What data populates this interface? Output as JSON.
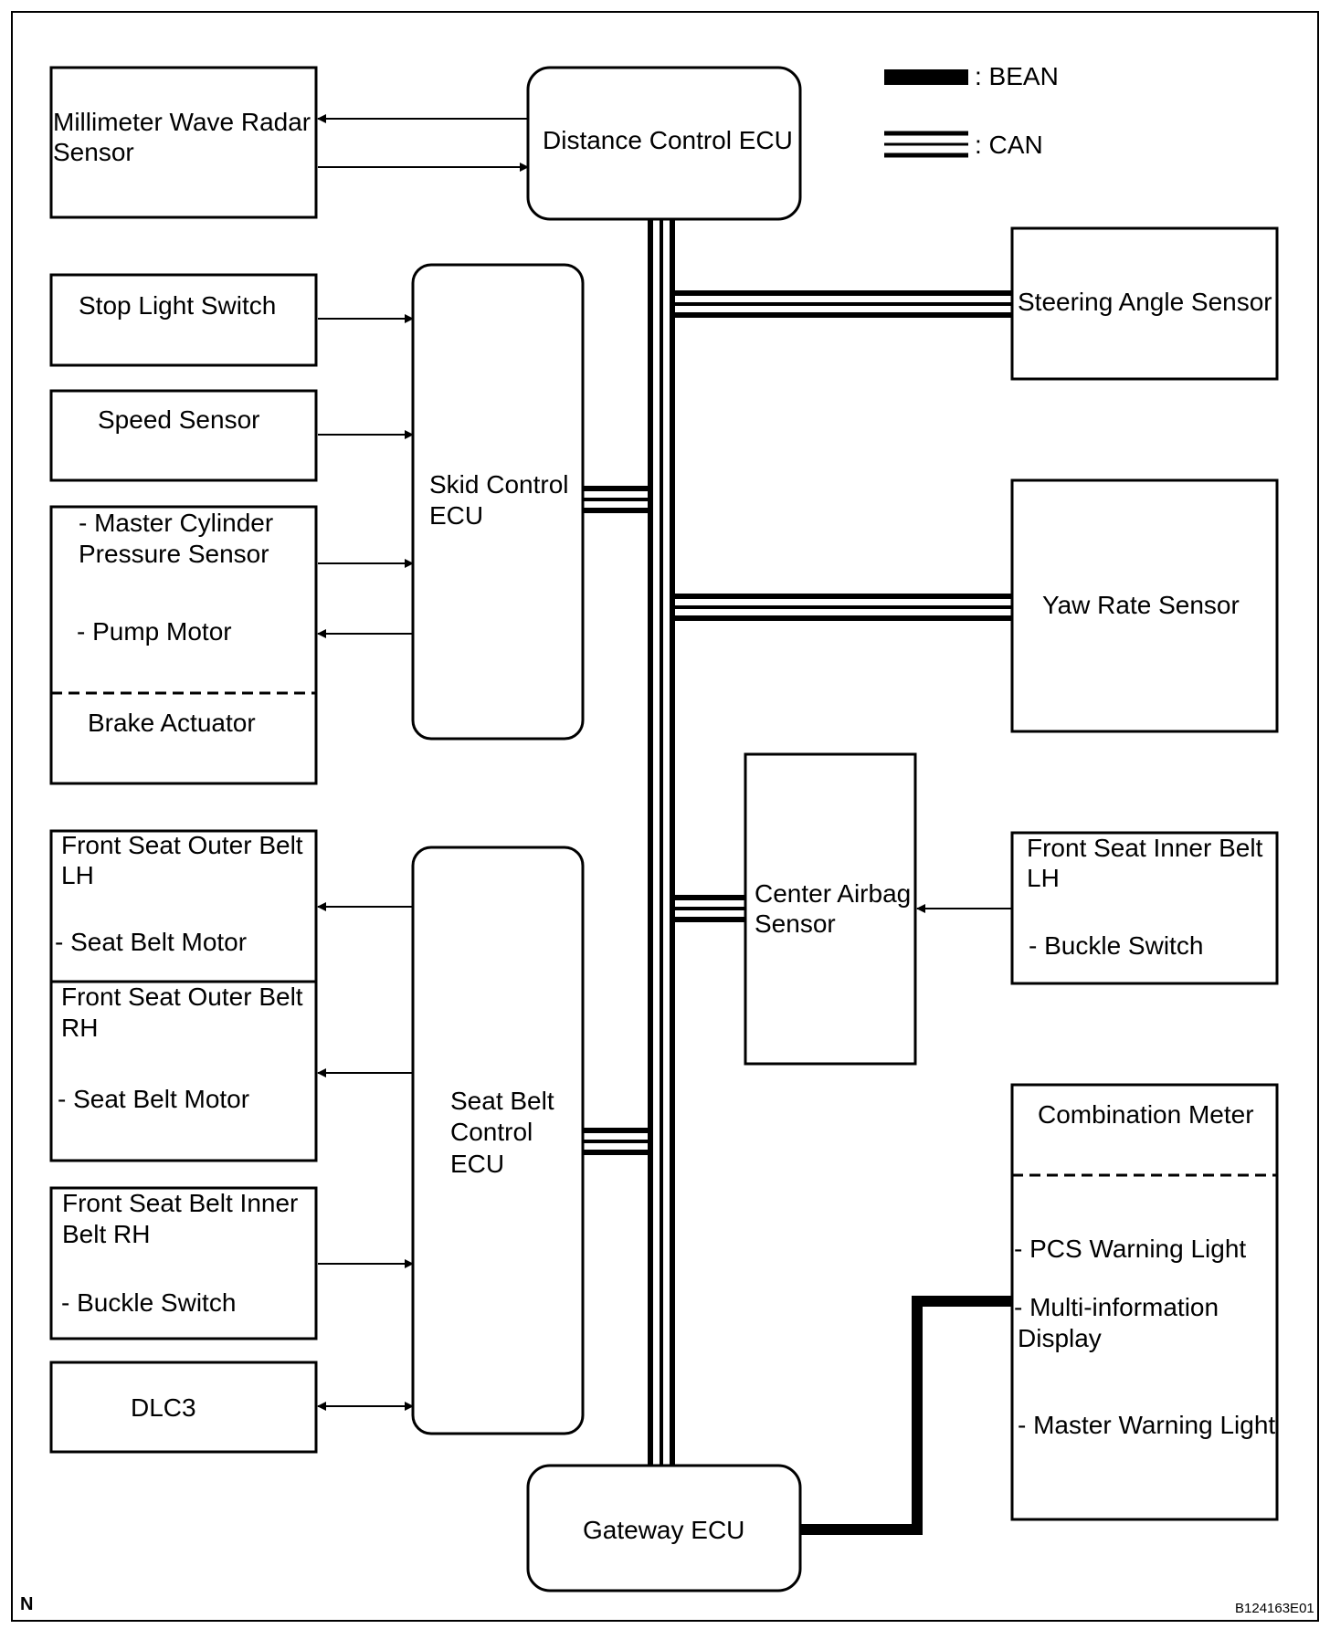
{
  "legend": {
    "bean": ": BEAN",
    "can": ":  CAN"
  },
  "blocks": {
    "millimeter_wave": [
      "Millimeter Wave Radar",
      "Sensor"
    ],
    "distance_ecu": [
      "Distance Control ECU"
    ],
    "stop_light": [
      "Stop Light Switch"
    ],
    "speed_sensor": [
      "Speed Sensor"
    ],
    "master_cyl": [
      "- Master Cylinder",
      "Pressure Sensor"
    ],
    "pump_motor": [
      "- Pump Motor"
    ],
    "brake_actuator": [
      "Brake Actuator"
    ],
    "skid_ecu": [
      "Skid Control",
      "ECU"
    ],
    "steering": [
      "Steering Angle Sensor"
    ],
    "yaw": [
      "Yaw Rate Sensor"
    ],
    "center_airbag": [
      "Center Airbag",
      "Sensor"
    ],
    "fs_inner_lh": [
      "Front Seat Inner Belt",
      "LH"
    ],
    "fs_inner_lh_sub": [
      "- Buckle Switch"
    ],
    "fs_outer_lh": [
      "Front Seat Outer Belt",
      "LH"
    ],
    "fs_outer_lh_sub": [
      "- Seat Belt Motor"
    ],
    "fs_outer_rh": [
      "Front Seat Outer Belt",
      "RH"
    ],
    "fs_outer_rh_sub": [
      "- Seat Belt Motor"
    ],
    "seatbelt_ecu": [
      "Seat Belt",
      "Control",
      "ECU"
    ],
    "fs_belt_inner_rh": [
      "Front Seat Belt Inner",
      "Belt RH"
    ],
    "fs_belt_inner_rh_sub": [
      "- Buckle Switch"
    ],
    "dlc3": [
      "DLC3"
    ],
    "combination_meter": [
      "Combination Meter"
    ],
    "pcs_light": [
      "- PCS Warning Light"
    ],
    "multi_info": [
      "- Multi-information",
      "Display"
    ],
    "master_warning": [
      "- Master Warning Light"
    ],
    "gateway_ecu": [
      "Gateway ECU"
    ]
  },
  "corner_left": "N",
  "corner_right": "B124163E01"
}
